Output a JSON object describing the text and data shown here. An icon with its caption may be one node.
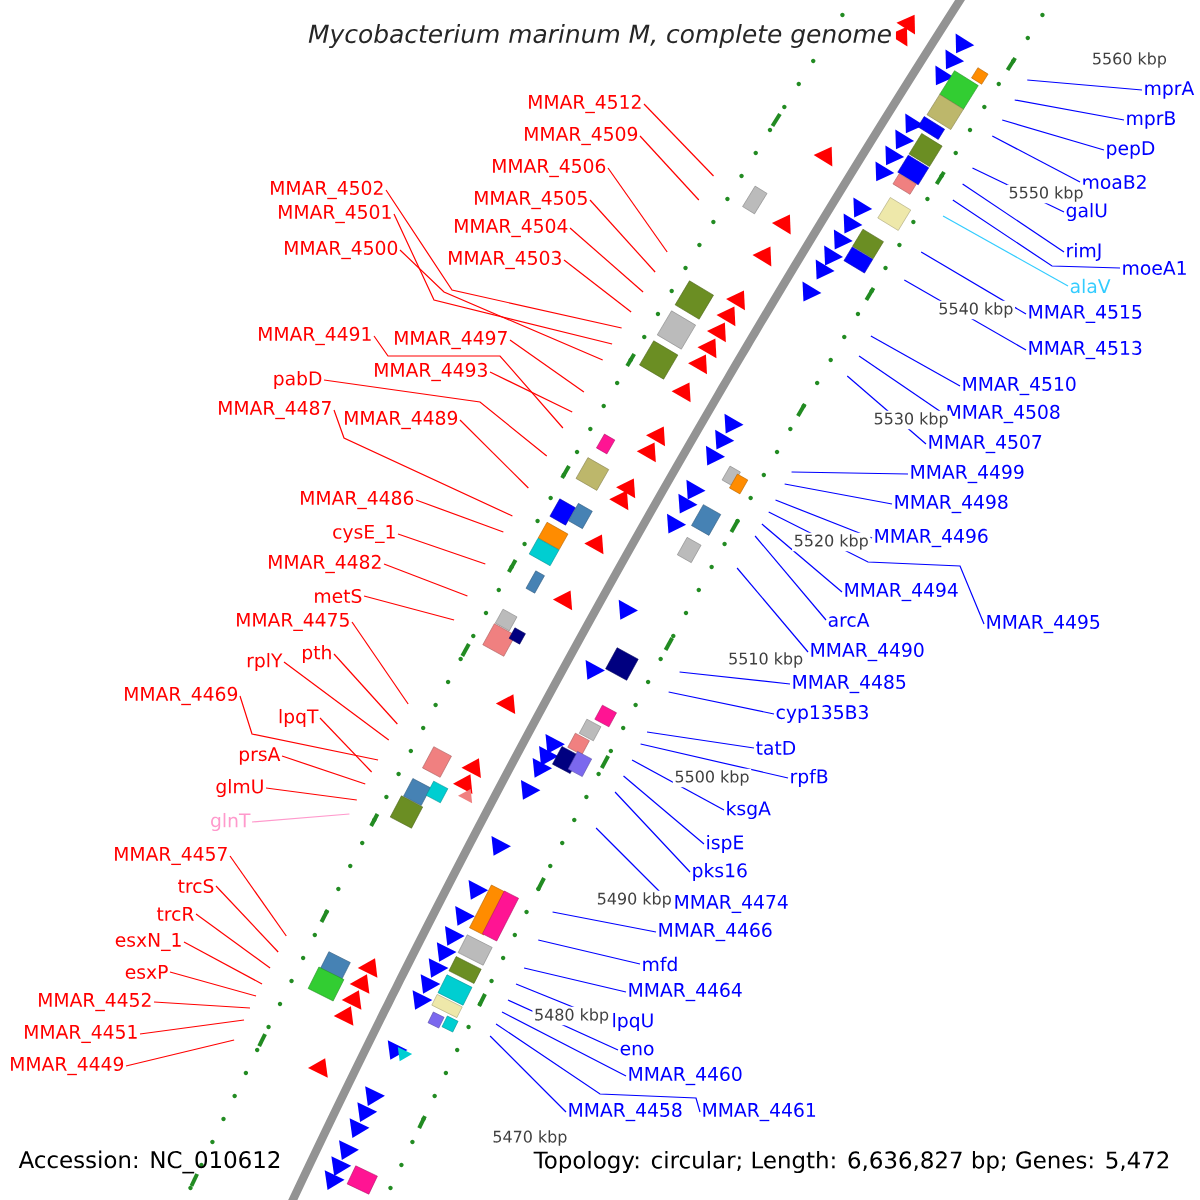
{
  "diagram": {
    "title": "Mycobacterium marinum M, complete genome",
    "nodes": [
      {
        "text": [
          "MMAR_4512"
        ]
      },
      {
        "text": [
          "MMAR_4509"
        ]
      },
      {
        "text": [
          "MMAR_4506"
        ]
      },
      {
        "text": [
          "MMAR_4502"
        ]
      },
      {
        "text": [
          "MMAR_4505"
        ]
      },
      {
        "text": [
          "MMAR_4501"
        ]
      },
      {
        "text": [
          "MMAR_4504"
        ]
      },
      {
        "text": [
          "MMAR_4500"
        ]
      },
      {
        "text": [
          "MMAR_4503"
        ]
      },
      {
        "text": [
          "MMAR_4491"
        ]
      },
      {
        "text": [
          "MMAR_4497"
        ]
      },
      {
        "text": [
          "MMAR_4493"
        ]
      },
      {
        "text": [
          "pabD"
        ]
      },
      {
        "text": [
          "MMAR_4487"
        ]
      },
      {
        "text": [
          "MMAR_4489"
        ]
      },
      {
        "text": [
          "MMAR_4486"
        ]
      },
      {
        "text": [
          "cysE_1"
        ]
      },
      {
        "text": [
          "MMAR_4482"
        ]
      },
      {
        "text": [
          "metS"
        ]
      },
      {
        "text": [
          "MMAR_4475"
        ]
      },
      {
        "text": [
          "pth"
        ]
      },
      {
        "text": [
          "rplY"
        ]
      },
      {
        "text": [
          "MMAR_4469"
        ]
      },
      {
        "text": [
          "lpqT"
        ]
      },
      {
        "text": [
          "prsA"
        ]
      },
      {
        "text": [
          "glmU"
        ]
      },
      {
        "text": [
          "glnT"
        ]
      },
      {
        "text": [
          "MMAR_4457"
        ]
      },
      {
        "text": [
          "trcS"
        ]
      },
      {
        "text": [
          "trcR"
        ]
      },
      {
        "text": [
          "esxN_1"
        ]
      },
      {
        "text": [
          "esxP"
        ]
      },
      {
        "text": [
          "MMAR_4452"
        ]
      },
      {
        "text": [
          "MMAR_4451"
        ]
      },
      {
        "text": [
          "MMAR_4449"
        ]
      },
      {
        "text": [
          "mprA"
        ]
      },
      {
        "text": [
          "mprB"
        ]
      },
      {
        "text": [
          "pepD"
        ]
      },
      {
        "text": [
          "moaB2"
        ]
      },
      {
        "text": [
          "galU"
        ]
      },
      {
        "text": [
          "rimJ"
        ]
      },
      {
        "text": [
          "moeA1"
        ]
      },
      {
        "text": [
          "alaV"
        ]
      },
      {
        "text": [
          "MMAR_4515"
        ]
      },
      {
        "text": [
          "MMAR_4513"
        ]
      },
      {
        "text": [
          "MMAR_4510"
        ]
      },
      {
        "text": [
          "MMAR_4508"
        ]
      },
      {
        "text": [
          "MMAR_4507"
        ]
      },
      {
        "text": [
          "MMAR_4499"
        ]
      },
      {
        "text": [
          "MMAR_4498"
        ]
      },
      {
        "text": [
          "MMAR_4496"
        ]
      },
      {
        "text": [
          "MMAR_4494"
        ]
      },
      {
        "text": [
          "arcA"
        ]
      },
      {
        "text": [
          "MMAR_4495"
        ]
      },
      {
        "text": [
          "MMAR_4490"
        ]
      },
      {
        "text": [
          "MMAR_4485"
        ]
      },
      {
        "text": [
          "cyp135B3"
        ]
      },
      {
        "text": [
          "tatD"
        ]
      },
      {
        "text": [
          "rpfB"
        ]
      },
      {
        "text": [
          "ksgA"
        ]
      },
      {
        "text": [
          "ispE"
        ]
      },
      {
        "text": [
          "pks16"
        ]
      },
      {
        "text": [
          "MMAR_4474"
        ]
      },
      {
        "text": [
          "MMAR_4466"
        ]
      },
      {
        "text": [
          "mfd"
        ]
      },
      {
        "text": [
          "MMAR_4464"
        ]
      },
      {
        "text": [
          "lpqU"
        ]
      },
      {
        "text": [
          "eno"
        ]
      },
      {
        "text": [
          "MMAR_4460"
        ]
      },
      {
        "text": [
          "MMAR_4458"
        ]
      },
      {
        "text": [
          "MMAR_4461"
        ]
      }
    ],
    "edges": [
      {
        "from": 0,
        "to": null,
        "arrow": "none",
        "color": "#ff0000"
      },
      {
        "from": 1,
        "to": null,
        "arrow": "none",
        "color": "#ff0000"
      },
      {
        "from": 2,
        "to": null,
        "arrow": "none",
        "color": "#ff0000"
      },
      {
        "from": 3,
        "to": null,
        "arrow": "none",
        "color": "#ff0000"
      },
      {
        "from": 4,
        "to": null,
        "arrow": "none",
        "color": "#ff0000"
      },
      {
        "from": 5,
        "to": null,
        "arrow": "none",
        "color": "#ff0000"
      },
      {
        "from": 6,
        "to": null,
        "arrow": "none",
        "color": "#ff0000"
      },
      {
        "from": 7,
        "to": null,
        "arrow": "none",
        "color": "#ff0000"
      },
      {
        "from": 8,
        "to": null,
        "arrow": "none",
        "color": "#ff0000"
      },
      {
        "from": 9,
        "to": null,
        "arrow": "none",
        "color": "#ff0000"
      },
      {
        "from": 10,
        "to": null,
        "arrow": "none",
        "color": "#ff0000"
      },
      {
        "from": 11,
        "to": null,
        "arrow": "none",
        "color": "#ff0000"
      },
      {
        "from": 12,
        "to": null,
        "arrow": "none",
        "color": "#ff0000"
      },
      {
        "from": 13,
        "to": null,
        "arrow": "none",
        "color": "#ff0000"
      },
      {
        "from": 14,
        "to": null,
        "arrow": "none",
        "color": "#ff0000"
      },
      {
        "from": 15,
        "to": null,
        "arrow": "none",
        "color": "#ff0000"
      },
      {
        "from": 16,
        "to": null,
        "arrow": "none",
        "color": "#ff0000"
      },
      {
        "from": 17,
        "to": null,
        "arrow": "none",
        "color": "#ff0000"
      },
      {
        "from": 18,
        "to": null,
        "arrow": "none",
        "color": "#ff0000"
      },
      {
        "from": 19,
        "to": null,
        "arrow": "none",
        "color": "#ff0000"
      },
      {
        "from": 20,
        "to": null,
        "arrow": "none",
        "color": "#ff0000"
      },
      {
        "from": 21,
        "to": null,
        "arrow": "none",
        "color": "#ff0000"
      },
      {
        "from": 22,
        "to": null,
        "arrow": "none",
        "color": "#ff0000"
      },
      {
        "from": 23,
        "to": null,
        "arrow": "none",
        "color": "#ff0000"
      },
      {
        "from": 24,
        "to": null,
        "arrow": "none",
        "color": "#ff0000"
      },
      {
        "from": 25,
        "to": null,
        "arrow": "none",
        "color": "#ff0000"
      },
      {
        "from": 26,
        "to": null,
        "arrow": "none",
        "color": "#ff99cc"
      },
      {
        "from": 27,
        "to": null,
        "arrow": "none",
        "color": "#ff0000"
      },
      {
        "from": 28,
        "to": null,
        "arrow": "none",
        "color": "#ff0000"
      },
      {
        "from": 29,
        "to": null,
        "arrow": "none",
        "color": "#ff0000"
      },
      {
        "from": 30,
        "to": null,
        "arrow": "none",
        "color": "#ff0000"
      },
      {
        "from": 31,
        "to": null,
        "arrow": "none",
        "color": "#ff0000"
      },
      {
        "from": 32,
        "to": null,
        "arrow": "none",
        "color": "#ff0000"
      },
      {
        "from": 33,
        "to": null,
        "arrow": "none",
        "color": "#ff0000"
      },
      {
        "from": 34,
        "to": null,
        "arrow": "none",
        "color": "#ff0000"
      },
      {
        "from": 35,
        "to": null,
        "arrow": "none",
        "color": "#0000ff"
      },
      {
        "from": 36,
        "to": null,
        "arrow": "none",
        "color": "#0000ff"
      },
      {
        "from": 37,
        "to": null,
        "arrow": "none",
        "color": "#0000ff"
      },
      {
        "from": 38,
        "to": null,
        "arrow": "none",
        "color": "#0000ff"
      },
      {
        "from": 39,
        "to": null,
        "arrow": "none",
        "color": "#0000ff"
      },
      {
        "from": 40,
        "to": null,
        "arrow": "none",
        "color": "#0000ff"
      },
      {
        "from": 41,
        "to": null,
        "arrow": "none",
        "color": "#0000ff"
      },
      {
        "from": 42,
        "to": null,
        "arrow": "none",
        "color": "#33ccff"
      },
      {
        "from": 43,
        "to": null,
        "arrow": "none",
        "color": "#0000ff"
      },
      {
        "from": 44,
        "to": null,
        "arrow": "none",
        "color": "#0000ff"
      },
      {
        "from": 45,
        "to": null,
        "arrow": "none",
        "color": "#0000ff"
      },
      {
        "from": 46,
        "to": null,
        "arrow": "none",
        "color": "#0000ff"
      },
      {
        "from": 47,
        "to": null,
        "arrow": "none",
        "color": "#0000ff"
      },
      {
        "from": 48,
        "to": null,
        "arrow": "none",
        "color": "#0000ff"
      },
      {
        "from": 49,
        "to": null,
        "arrow": "none",
        "color": "#0000ff"
      },
      {
        "from": 50,
        "to": null,
        "arrow": "none",
        "color": "#0000ff"
      },
      {
        "from": 51,
        "to": null,
        "arrow": "none",
        "color": "#0000ff"
      },
      {
        "from": 52,
        "to": null,
        "arrow": "none",
        "color": "#0000ff"
      },
      {
        "from": 53,
        "to": null,
        "arrow": "none",
        "color": "#0000ff"
      },
      {
        "from": 54,
        "to": null,
        "arrow": "none",
        "color": "#0000ff"
      },
      {
        "from": 55,
        "to": null,
        "arrow": "none",
        "color": "#0000ff"
      },
      {
        "from": 56,
        "to": null,
        "arrow": "none",
        "color": "#0000ff"
      },
      {
        "from": 57,
        "to": null,
        "arrow": "none",
        "color": "#0000ff"
      },
      {
        "from": 58,
        "to": null,
        "arrow": "none",
        "color": "#0000ff"
      },
      {
        "from": 59,
        "to": null,
        "arrow": "none",
        "color": "#0000ff"
      },
      {
        "from": 60,
        "to": null,
        "arrow": "none",
        "color": "#0000ff"
      },
      {
        "from": 61,
        "to": null,
        "arrow": "none",
        "color": "#0000ff"
      },
      {
        "from": 62,
        "to": null,
        "arrow": "none",
        "color": "#0000ff"
      },
      {
        "from": 63,
        "to": null,
        "arrow": "none",
        "color": "#0000ff"
      },
      {
        "from": 64,
        "to": null,
        "arrow": "none",
        "color": "#0000ff"
      },
      {
        "from": 65,
        "to": null,
        "arrow": "none",
        "color": "#0000ff"
      },
      {
        "from": 66,
        "to": null,
        "arrow": "none",
        "color": "#0000ff"
      },
      {
        "from": 67,
        "to": null,
        "arrow": "none",
        "color": "#0000ff"
      },
      {
        "from": 68,
        "to": null,
        "arrow": "none",
        "color": "#0000ff"
      },
      {
        "from": 69,
        "to": null,
        "arrow": "none",
        "color": "#0000ff"
      },
      {
        "from": 70,
        "to": null,
        "arrow": "none",
        "color": "#0000ff"
      }
    ],
    "labels": [
      "5560 kbp",
      "5550 kbp",
      "5540 kbp",
      "5530 kbp",
      "5520 kbp",
      "5510 kbp",
      "5500 kbp",
      "5490 kbp",
      "5480 kbp",
      "5470 kbp",
      "Accession: NC_010612",
      "Topology: circular; Length: 6,636,827 bp; Genes: 5,472"
    ]
  }
}
